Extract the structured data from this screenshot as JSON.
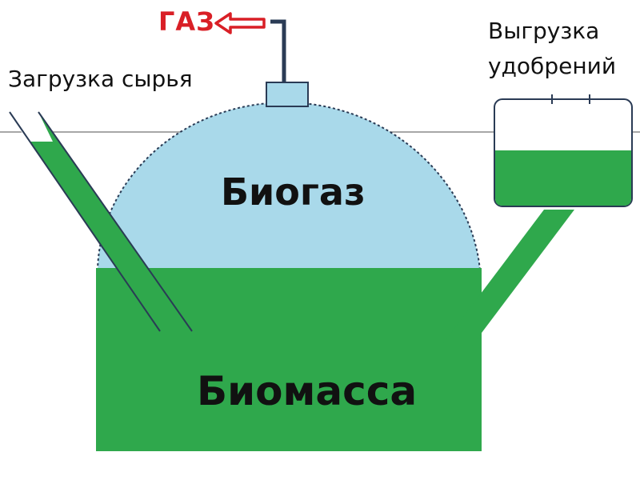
{
  "labels": {
    "gas": "ГАЗ",
    "feed": "Загрузка сырья",
    "unload_line1": "Выгрузка",
    "unload_line2": "удобрений",
    "biogas": "Биогаз",
    "biomass": "Биомасса"
  },
  "colors": {
    "biomass_green": "#2fa84c",
    "biogas_blue": "#a9d9ea",
    "outline": "#2a3b55",
    "gas_red": "#d91f26",
    "ground_line": "#8a8a8a"
  },
  "icons": {
    "gas_arrow": "arrow-left-outline-icon"
  }
}
